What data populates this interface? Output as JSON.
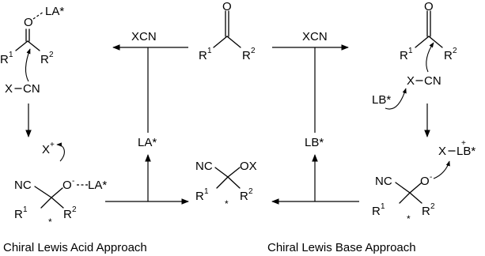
{
  "atoms": {
    "O": "O",
    "O_minus": "O",
    "LA_star": "LA*",
    "LB_star": "LB*",
    "R": "R",
    "one": "1",
    "two": "2",
    "X": "X",
    "CN": "CN",
    "NC": "NC",
    "OX": "OX",
    "X_plus": "X",
    "plus": "+",
    "minus": "-",
    "star": "*",
    "dash": "–"
  },
  "reagents": {
    "left_arrow": "XCN",
    "right_arrow": "XCN",
    "left_catalyst": "LA*",
    "right_catalyst": "LB*"
  },
  "captions": {
    "left": "Chiral Lewis Acid Approach",
    "right": "Chiral Lewis Base Approach"
  }
}
